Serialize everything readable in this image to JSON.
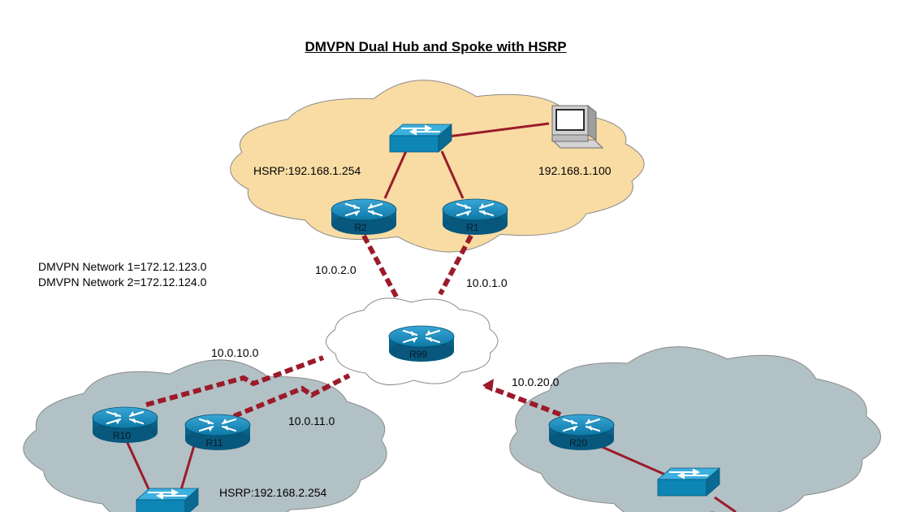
{
  "title": "DMVPN Dual Hub and Spoke with HSRP",
  "networks": {
    "line1": "DMVPN Network 1=172.12.123.0",
    "line2": "DMVPN Network 2=172.12.124.0"
  },
  "hsrp": {
    "site1": "HSRP:192.168.1.254",
    "site2": "HSRP:192.168.2.254"
  },
  "host": {
    "ip": "192.168.1.100"
  },
  "routers": {
    "r1": "R1",
    "r2": "R2",
    "r99": "R99",
    "r10": "R10",
    "r11": "R11",
    "r20": "R20"
  },
  "links": {
    "r2_r99": "10.0.2.0",
    "r1_r99": "10.0.1.0",
    "r10_r99": "10.0.10.0",
    "r11_r99": "10.0.11.0",
    "r20_r99": "10.0.20.0"
  },
  "colors": {
    "hub_cloud": "#f8dca4",
    "spoke_cloud": "#b2c1c6",
    "wan_cloud": "#ffffff",
    "link": "#9b1b2a",
    "device": "#0d7fa8"
  }
}
